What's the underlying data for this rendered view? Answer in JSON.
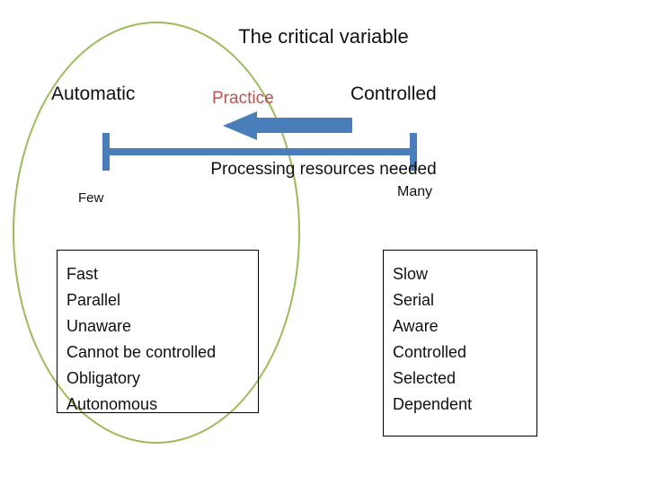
{
  "slide": {
    "title": "The critical variable",
    "labels": {
      "automatic": "Automatic",
      "practice": "Practice",
      "controlled": "Controlled"
    },
    "axis": {
      "title": "Processing resources needed",
      "low": "Few",
      "high": "Many"
    },
    "boxes": {
      "left": {
        "items": [
          "Fast",
          "Parallel",
          "Unaware",
          "Cannot be controlled",
          "Obligatory",
          "Autonomous"
        ]
      },
      "right": {
        "items": [
          "Slow",
          "Serial",
          "Aware",
          "Controlled",
          "Selected",
          "Dependent"
        ]
      }
    },
    "colors": {
      "arrow": "#4a7ebb",
      "ellipse": "#9bbb59",
      "practice_text": "#c0504d",
      "text": "#111111",
      "background": "#ffffff"
    }
  }
}
